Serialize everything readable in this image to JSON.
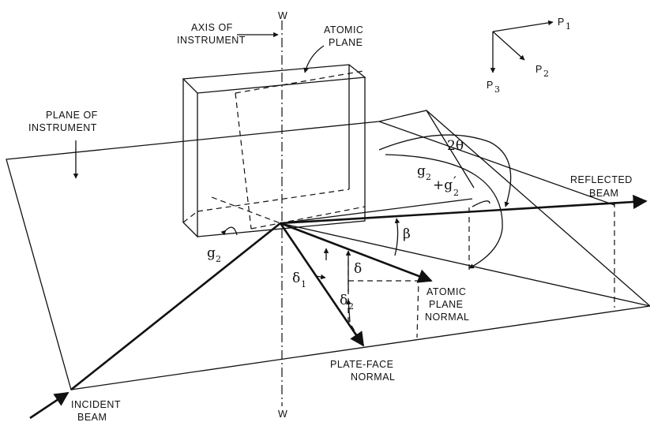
{
  "labels": {
    "axis_top": "W",
    "axis_bottom": "W",
    "axis_of_instrument_1": "AXIS OF",
    "axis_of_instrument_2": "INSTRUMENT",
    "atomic_plane_1": "ATOMIC",
    "atomic_plane_2": "PLANE",
    "plane_of_instrument_1": "PLANE OF",
    "plane_of_instrument_2": "INSTRUMENT",
    "reflected_beam_1": "REFLECTED",
    "reflected_beam_2": "BEAM",
    "atomic_plane_normal_1": "ATOMIC",
    "atomic_plane_normal_2": "PLANE",
    "atomic_plane_normal_3": "NORMAL",
    "plate_face_normal_1": "PLATE-FACE",
    "plate_face_normal_2": "NORMAL",
    "incident_beam_1": "INCIDENT",
    "incident_beam_2": "BEAM"
  },
  "symbols": {
    "two_theta": "2θ",
    "g2_plus": "g",
    "g2_plus_sub": "2",
    "g2_plus_mid": "+g",
    "g2_plus_prime": "′",
    "g2_plus_sub2": "2",
    "beta": "β",
    "delta": "δ",
    "delta1": "δ",
    "delta1_sub": "1",
    "delta2": "δ",
    "delta2_sub": "2",
    "g2": "g",
    "g2_sub": "2"
  },
  "axes_triad": {
    "p1": "P",
    "p1_sub": "1",
    "p2": "P",
    "p2_sub": "2",
    "p3": "P",
    "p3_sub": "3"
  }
}
